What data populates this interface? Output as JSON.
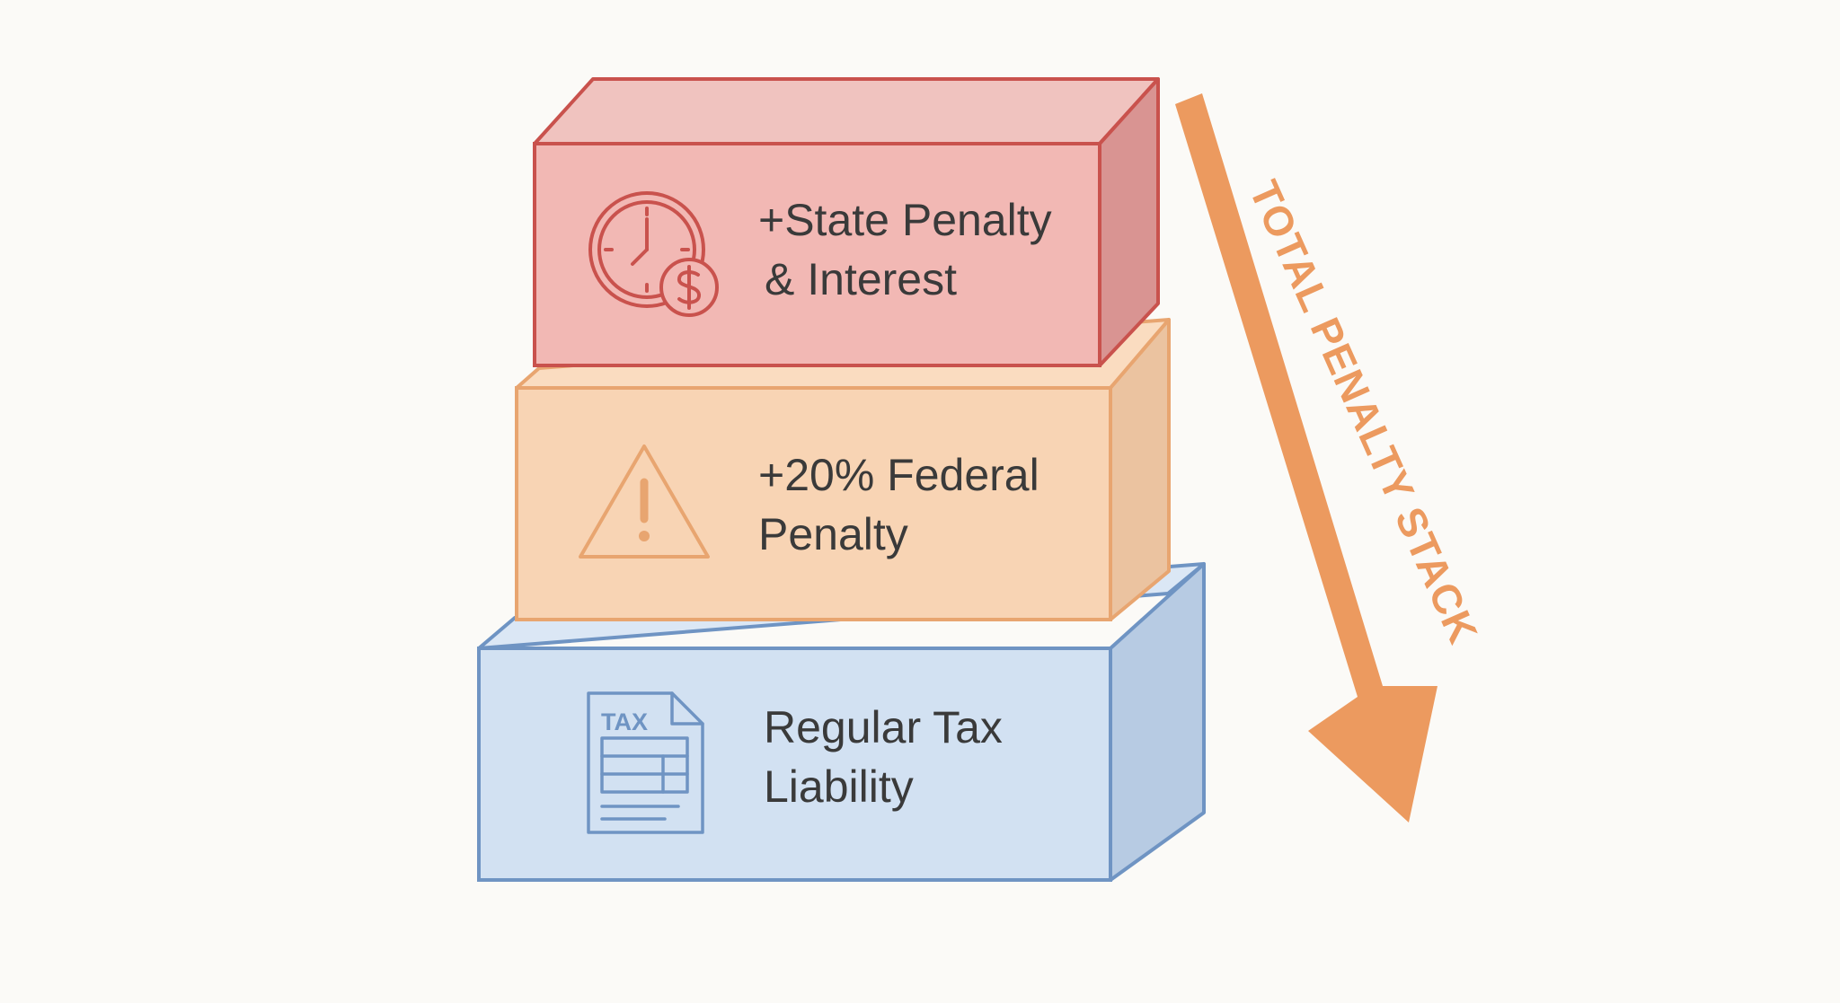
{
  "blocks": {
    "state": {
      "line1": "+State Penalty",
      "line2": "& Interest",
      "icon": "clock-dollar-icon",
      "colors": {
        "front": "#f2b8b4",
        "top": "#f0c3bf",
        "side": "#d99492",
        "stroke": "#c9524d"
      }
    },
    "federal": {
      "line1": "+20% Federal",
      "line2": "Penalty",
      "icon": "warning-triangle-icon",
      "colors": {
        "front": "#f8d4b4",
        "top": "#fadcc0",
        "side": "#ebc3a0",
        "stroke": "#e8a570"
      }
    },
    "regular": {
      "line1": "Regular Tax",
      "line2": "Liability",
      "icon": "tax-form-icon",
      "icon_text": "TAX",
      "colors": {
        "front": "#d2e1f2",
        "top": "#dbe7f5",
        "side": "#b7cbe3",
        "stroke": "#6f94c3"
      }
    }
  },
  "arrow": {
    "label": "TOTAL PENALTY STACK",
    "color": "#ec9a5f"
  },
  "text_color": "#3a3a3a"
}
